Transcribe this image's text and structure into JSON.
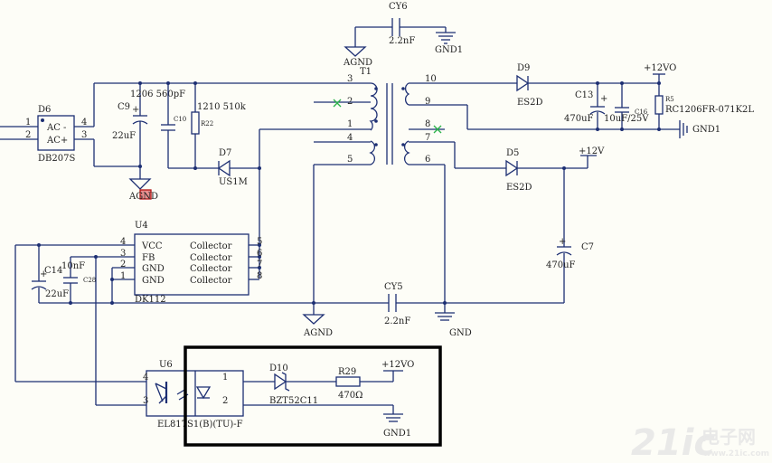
{
  "labels": {
    "cy6": "CY6",
    "cy6_val": "2.2nF",
    "gnd1_top": "GND1",
    "agnd_top": "AGND",
    "t1": "T1",
    "pin3": "3",
    "pin2": "2",
    "pin1": "1",
    "pin4": "4",
    "pin5": "5",
    "pin10": "10",
    "pin9": "9",
    "pin8": "8",
    "pin7": "7",
    "pin6": "6",
    "d9": "D9",
    "d9_val": "ES2D",
    "v12v0_top": "+12VO",
    "c13": "C13",
    "c13_val": "470uF",
    "c16": "C16",
    "c16_val": "10uF/25V",
    "r5": "R5",
    "r5_val": "RC1206FR-071K2L",
    "gnd1_right": "GND1",
    "d5": "D5",
    "d5_val": "ES2D",
    "v12v": "+12V",
    "c7": "C7",
    "c7_val": "470uF",
    "d6": "D6",
    "d6_pin1": "1",
    "d6_pin2": "2",
    "d6_pin3": "3",
    "d6_pin4": "4",
    "d6_acm": "AC -",
    "d6_acp": "AC+",
    "d6_val": "DB207S",
    "c9": "C9",
    "c9_val": "22uF",
    "c9_pkg": "1206 560pF",
    "c10": "C10",
    "r22": "R22",
    "r22_val": "1210 510k",
    "d7": "D7",
    "d7_val": "US1M",
    "agnd_left": "AGND",
    "u4": "U4",
    "u4_pin4": "4",
    "u4_pin3": "3",
    "u4_pin2": "2",
    "u4_pin1": "1",
    "u4_vcc": "VCC",
    "u4_fb": "FB",
    "u4_gnd1": "GND",
    "u4_gnd2": "GND",
    "u4_col1": "Collector",
    "u4_col2": "Collector",
    "u4_col3": "Collector",
    "u4_col4": "Collector",
    "u4_pin5": "5",
    "u4_pin6": "6",
    "u4_pin7": "7",
    "u4_pin8": "8",
    "u4_val": "DK112",
    "c14": "C14",
    "c14_val": "22uF",
    "c28": "C28",
    "c28_val": "10nF",
    "cy5": "CY5",
    "cy5_val": "2.2nF",
    "agnd_bot": "AGND",
    "gnd_bot": "GND",
    "u6": "U6",
    "u6_pin4": "4",
    "u6_pin3": "3",
    "u6_pin1": "1",
    "u6_pin2": "2",
    "u6_val": "EL817S1(B)(TU)-F",
    "d10": "D10",
    "d10_val": "BZT52C11",
    "r29": "R29",
    "r29_val": "470Ω",
    "v12v0_bot": "+12VO",
    "gnd1_bot": "GND1"
  },
  "watermark": {
    "brand": "21ic",
    "cn": "电子网",
    "url": "www.21ic.com"
  },
  "colors": {
    "wire": "#1d2f73",
    "highlight_box": "#000000",
    "nc_mark": "#2bb34a",
    "watermark": "#e7e7e7"
  }
}
